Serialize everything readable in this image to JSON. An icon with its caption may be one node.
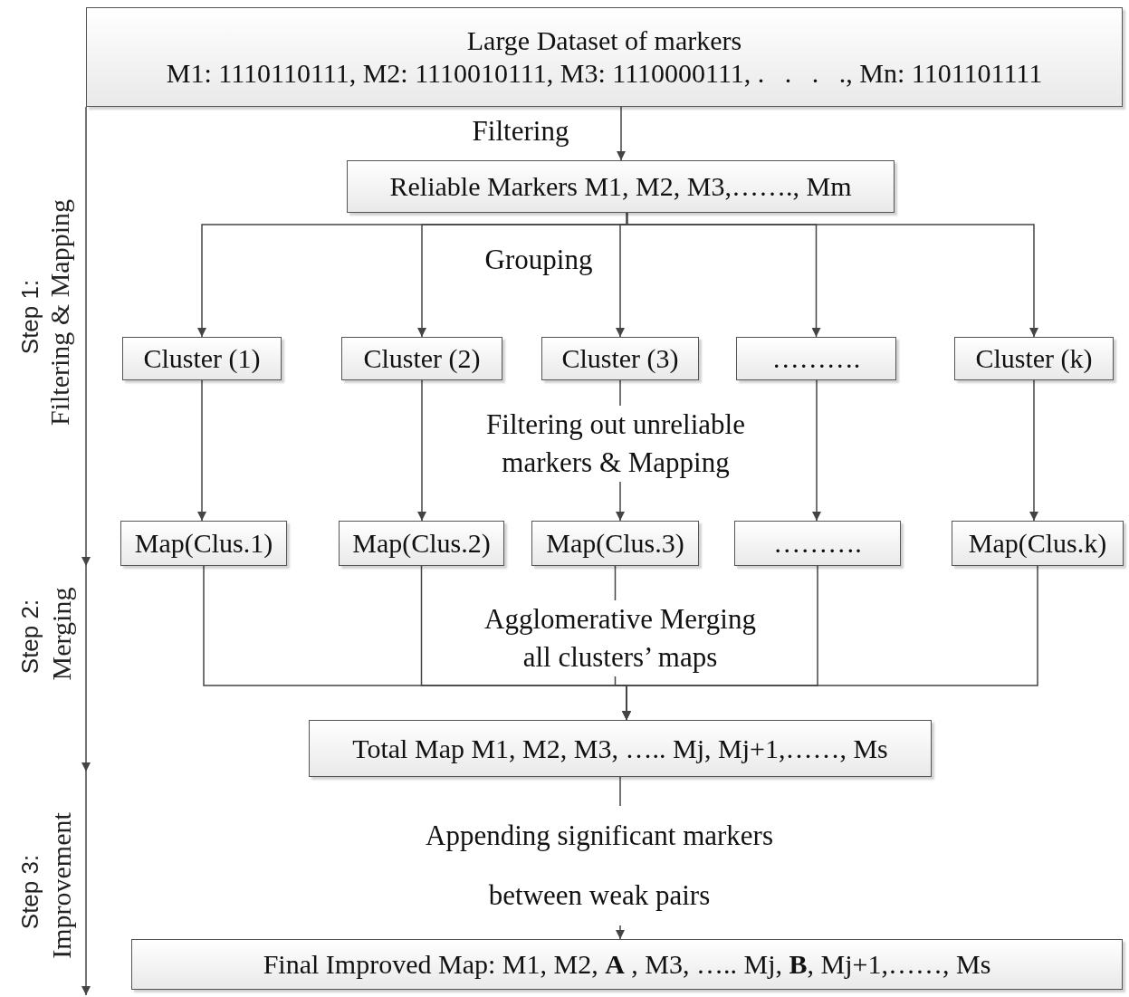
{
  "diagram": {
    "nodes": [
      {
        "text": [
          "Large Dataset of markers",
          "M1: 1110110111, M2: 1110010111, M3: 1110000111, .   .   .   ., Mn: 1101101111"
        ]
      },
      {
        "text": [
          "Reliable Markers M1, M2, M3,……., Mm"
        ]
      },
      {
        "text": [
          "Cluster (1)"
        ]
      },
      {
        "text": [
          "Cluster (2)"
        ]
      },
      {
        "text": [
          "Cluster (3)"
        ]
      },
      {
        "text": [
          "………."
        ]
      },
      {
        "text": [
          "Cluster (k)"
        ]
      },
      {
        "text": [
          "Map(Clus.1)"
        ]
      },
      {
        "text": [
          "Map(Clus.2)"
        ]
      },
      {
        "text": [
          "Map(Clus.3)"
        ]
      },
      {
        "text": [
          "………."
        ]
      },
      {
        "text": [
          "Map(Clus.k)"
        ]
      },
      {
        "text": [
          "Total Map M1, M2, M3, ….. Mj, Mj+1,……, Ms"
        ]
      },
      {
        "text": [
          "Final Improved Map: M1, M2, **A** , M3, ….. Mj, **B**, Mj+1,……, Ms"
        ]
      }
    ],
    "edges": [
      {
        "from": 0,
        "to": 1,
        "arrow": "to",
        "label": "Filtering"
      },
      {
        "from": 1,
        "to": 2,
        "arrow": "to"
      },
      {
        "from": 1,
        "to": 3,
        "arrow": "to"
      },
      {
        "from": 1,
        "to": 4,
        "arrow": "to",
        "label": "Grouping"
      },
      {
        "from": 1,
        "to": 5,
        "arrow": "to"
      },
      {
        "from": 1,
        "to": 6,
        "arrow": "to"
      },
      {
        "from": 2,
        "to": 7,
        "arrow": "to"
      },
      {
        "from": 3,
        "to": 8,
        "arrow": "to"
      },
      {
        "from": 4,
        "to": 9,
        "arrow": "to",
        "label": "Filtering out unreliable markers & Mapping"
      },
      {
        "from": 5,
        "to": 10,
        "arrow": "to"
      },
      {
        "from": 6,
        "to": 11,
        "arrow": "to"
      },
      {
        "from": 7,
        "to": 12,
        "arrow": "to"
      },
      {
        "from": 8,
        "to": 12,
        "arrow": "to"
      },
      {
        "from": 9,
        "to": 12,
        "arrow": "to",
        "label": "Agglomerative Merging all clusters’ maps"
      },
      {
        "from": 10,
        "to": 12,
        "arrow": "to"
      },
      {
        "from": 11,
        "to": 12,
        "arrow": "to"
      },
      {
        "from": 12,
        "to": 13,
        "arrow": "to",
        "label": "Appending significant markers between weak pairs"
      }
    ],
    "labels": [
      "Step 1:",
      "Filtering & Mapping",
      "Step 2:",
      "Merging",
      "Step 3:",
      "Improvement"
    ]
  }
}
